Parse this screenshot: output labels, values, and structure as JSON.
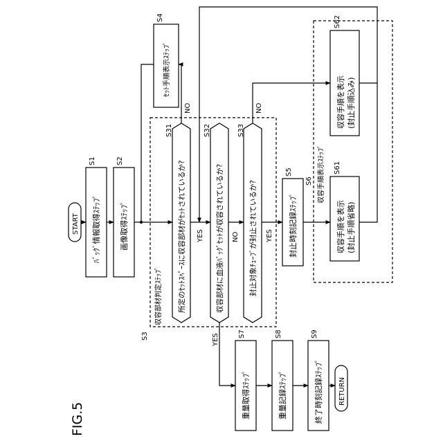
{
  "figure": {
    "label": "FIG.5"
  },
  "nodes": {
    "start": "START",
    "s1": {
      "tag": "S1",
      "text": "ﾊﾞｯｸﾞ情報取得ｽﾃｯﾌﾟ"
    },
    "s2": {
      "tag": "S2",
      "text": "画像取得ｽﾃｯﾌﾟ"
    },
    "s3": {
      "tag": "S3",
      "text": "収容部材判定ｽﾃｯﾌﾟ"
    },
    "s31": {
      "tag": "S31",
      "text": "所定のｾｯﾄｽﾍﾟｰｽに収容部材がｾｯﾄされているか?"
    },
    "s32": {
      "tag": "S32",
      "text": "収容部材に血液ﾊﾞｯｸﾞｾｯﾄが収容されているか?"
    },
    "s33": {
      "tag": "S33",
      "text": "封止対象ﾁｭｰﾌﾞが封止されているか?"
    },
    "s4": {
      "tag": "S4",
      "text": "ｾｯﾄ手順表示ｽﾃｯﾌﾟ"
    },
    "s5": {
      "tag": "S5",
      "text": "封止時刻記録ｽﾃｯﾌﾟ"
    },
    "s6": {
      "tag": "S6",
      "text": "収容手順表示ｽﾃｯﾌﾟ"
    },
    "s61": {
      "tag": "S61",
      "line1": "収容手順を表示",
      "line2": "(封止手順省略)"
    },
    "s62": {
      "tag": "S62",
      "line1": "収容手順を表示",
      "line2": "(封止手順込み)"
    },
    "s7": {
      "tag": "S7",
      "text": "重量取得ｽﾃｯﾌﾟ"
    },
    "s8": {
      "tag": "S8",
      "text": "重量記録ｽﾃｯﾌﾟ"
    },
    "s9": {
      "tag": "S9",
      "text": "終了時刻記録ｽﾃｯﾌﾟ"
    },
    "return": "RETURN"
  },
  "branch_labels": {
    "s31_no": "NO",
    "s31_yes": "YES",
    "s32_yes": "YES",
    "s32_no": "NO",
    "s33_no": "NO",
    "s33_yes": "YES"
  }
}
